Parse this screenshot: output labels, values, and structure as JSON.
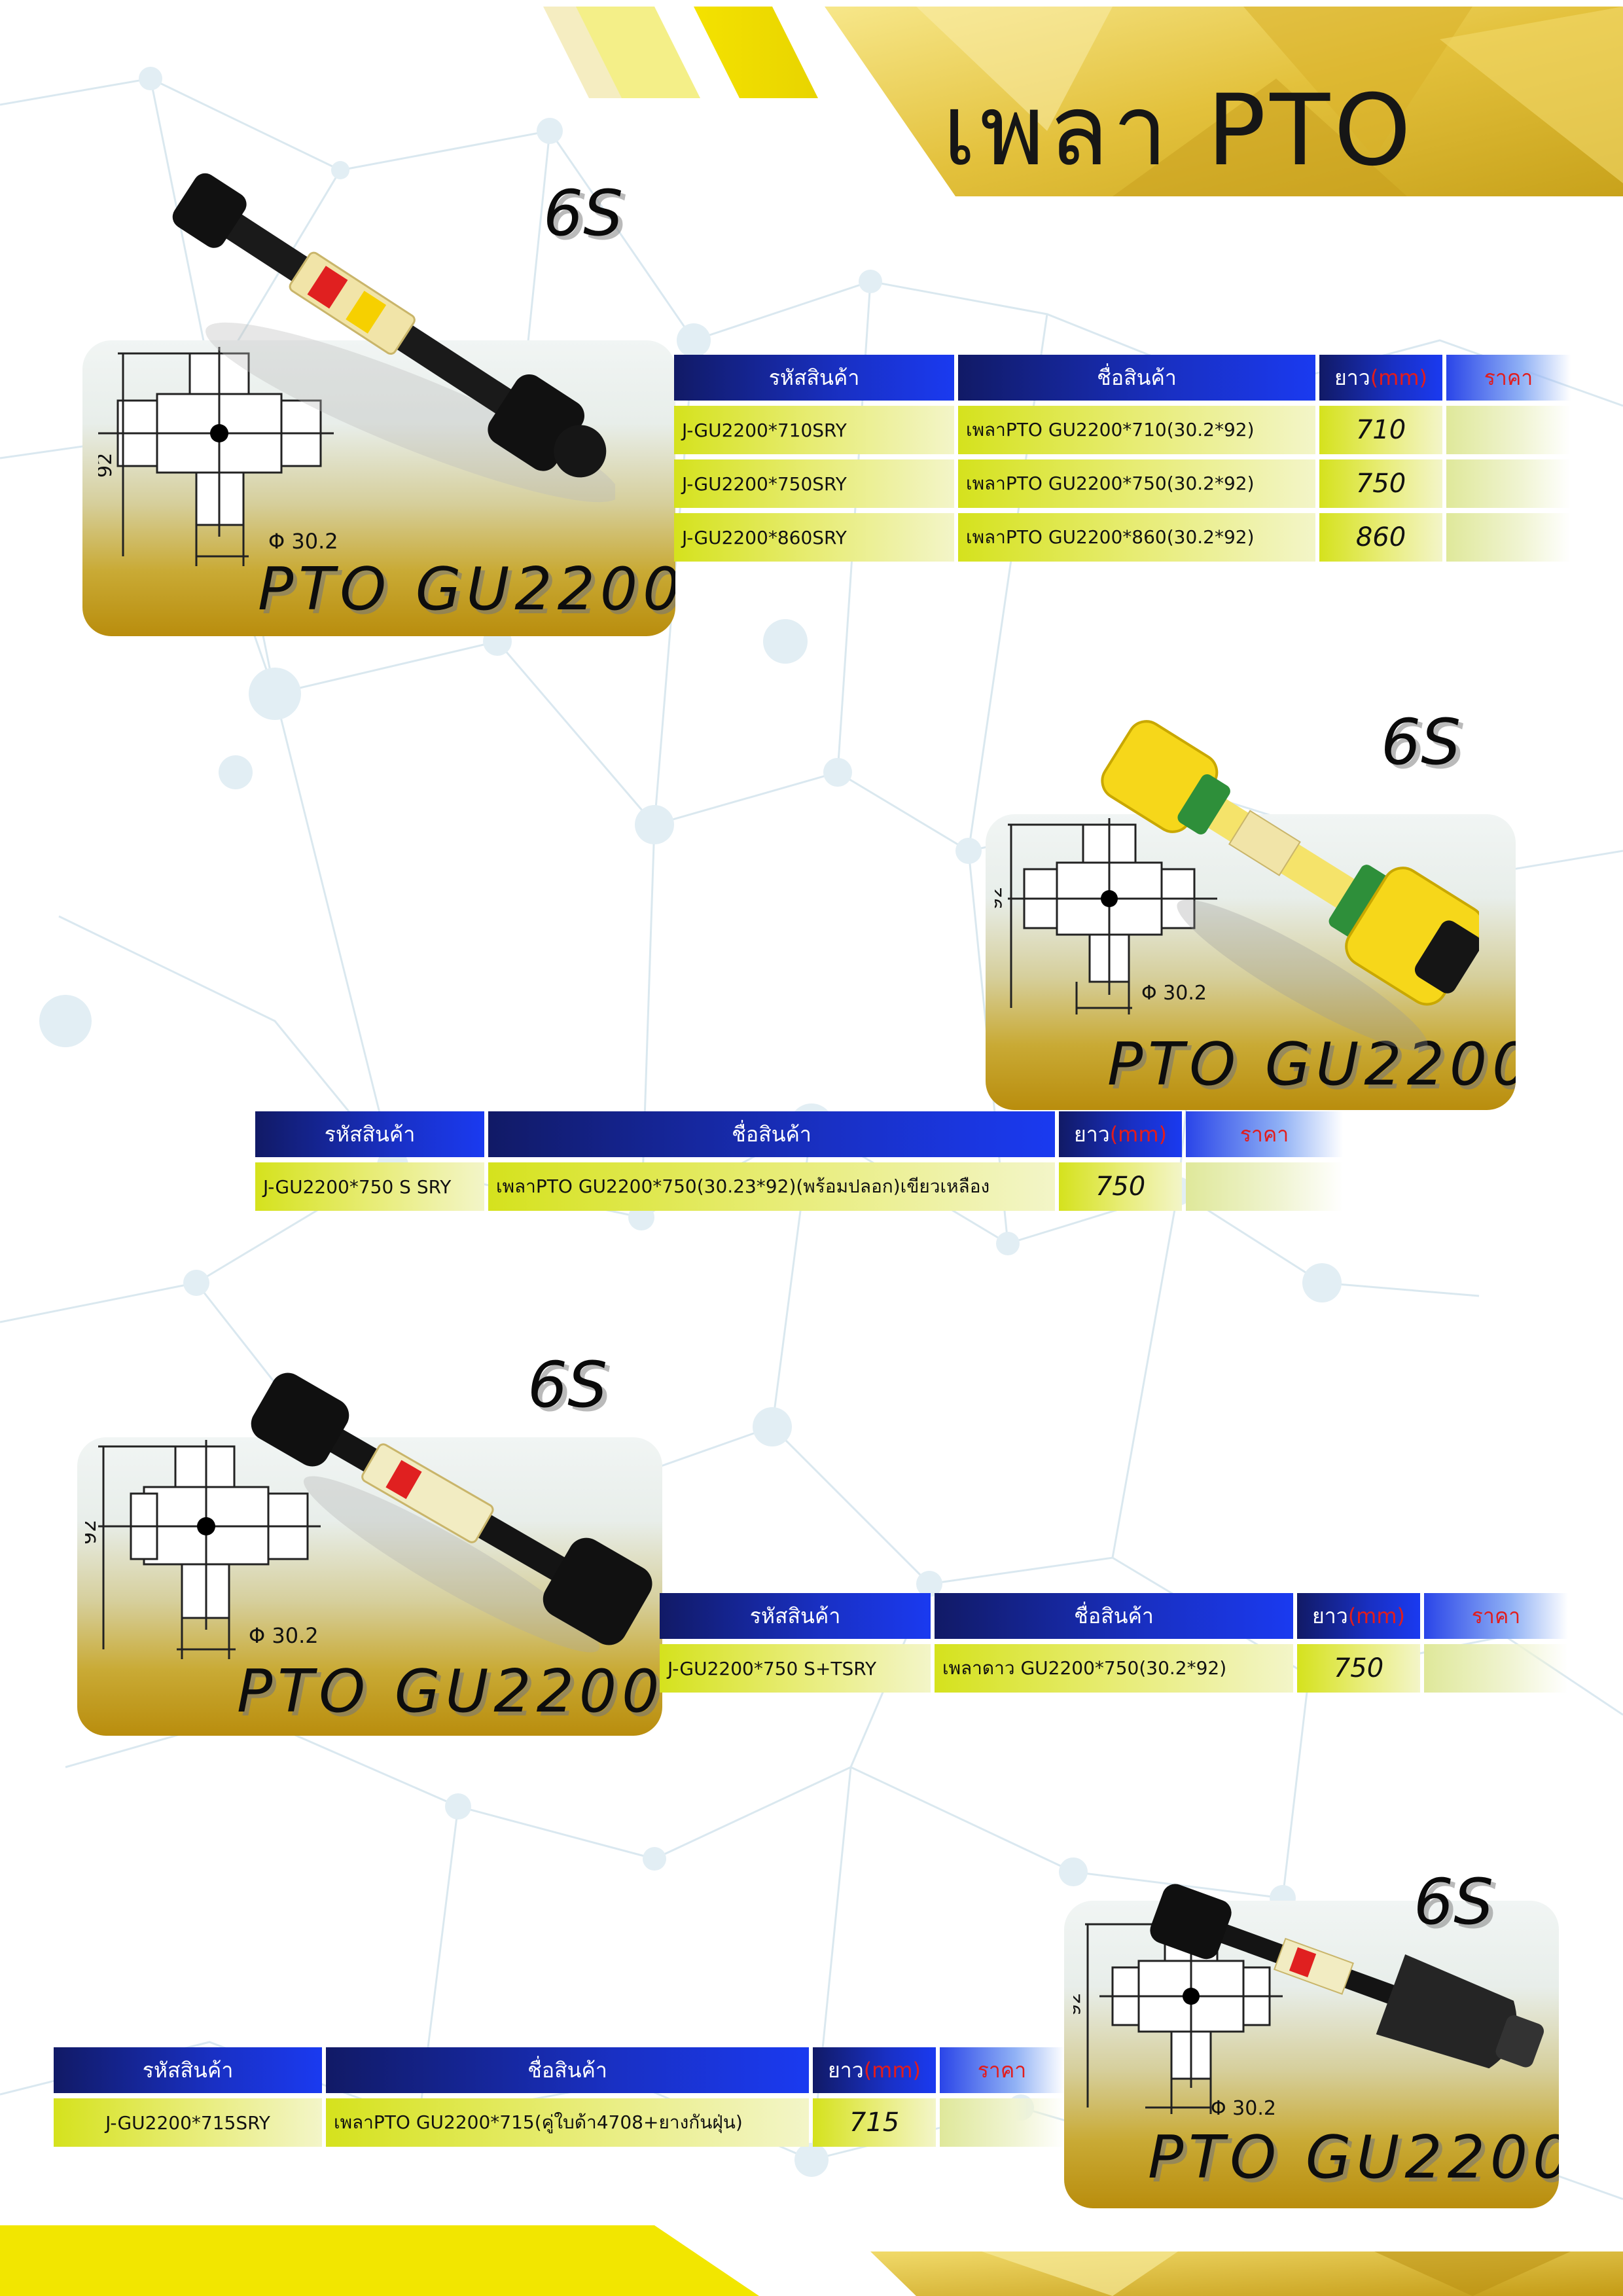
{
  "title": "เพลา PTO",
  "table_headers": {
    "code": "รหัสสินค้า",
    "name": "ชื่อสินค้า",
    "length": "ยาว",
    "length_unit": "(mm)",
    "price": "ราคา"
  },
  "card_label": "PTO  GU2200",
  "series_mark": "6S",
  "dimension": {
    "height": "92",
    "diameter": "30.2",
    "diameter_symbol": "Φ"
  },
  "sections": [
    {
      "rows": [
        {
          "code": "J-GU2200*710SRY",
          "name": "เพลาPTO  GU2200*710(30.2*92)",
          "length": "710",
          "price": ""
        },
        {
          "code": "J-GU2200*750SRY",
          "name": "เพลาPTO  GU2200*750(30.2*92)",
          "length": "750",
          "price": ""
        },
        {
          "code": "J-GU2200*860SRY",
          "name": "เพลาPTO  GU2200*860(30.2*92)",
          "length": "860",
          "price": ""
        }
      ]
    },
    {
      "rows": [
        {
          "code": "J-GU2200*750 S SRY",
          "name": "เพลาPTO  GU2200*750(30.23*92)(พร้อมปลอก)เขียวเหลือง",
          "length": "750",
          "price": ""
        }
      ]
    },
    {
      "rows": [
        {
          "code": "J-GU2200*750 S+TSRY",
          "name": "เพลาดาว  GU2200*750(30.2*92)",
          "length": "750",
          "price": ""
        }
      ]
    },
    {
      "rows": [
        {
          "code": "J-GU2200*715SRY",
          "name": "เพลาPTO  GU2200*715(คู่ใบด้า4708+ยางกันฝุ่น)",
          "length": "715",
          "price": ""
        }
      ]
    }
  ],
  "colors": {
    "gold": "#c9a626",
    "navy": "#111a66",
    "blue": "#1a3af0",
    "lime": "#d5e21d",
    "red": "#e21c1c"
  }
}
